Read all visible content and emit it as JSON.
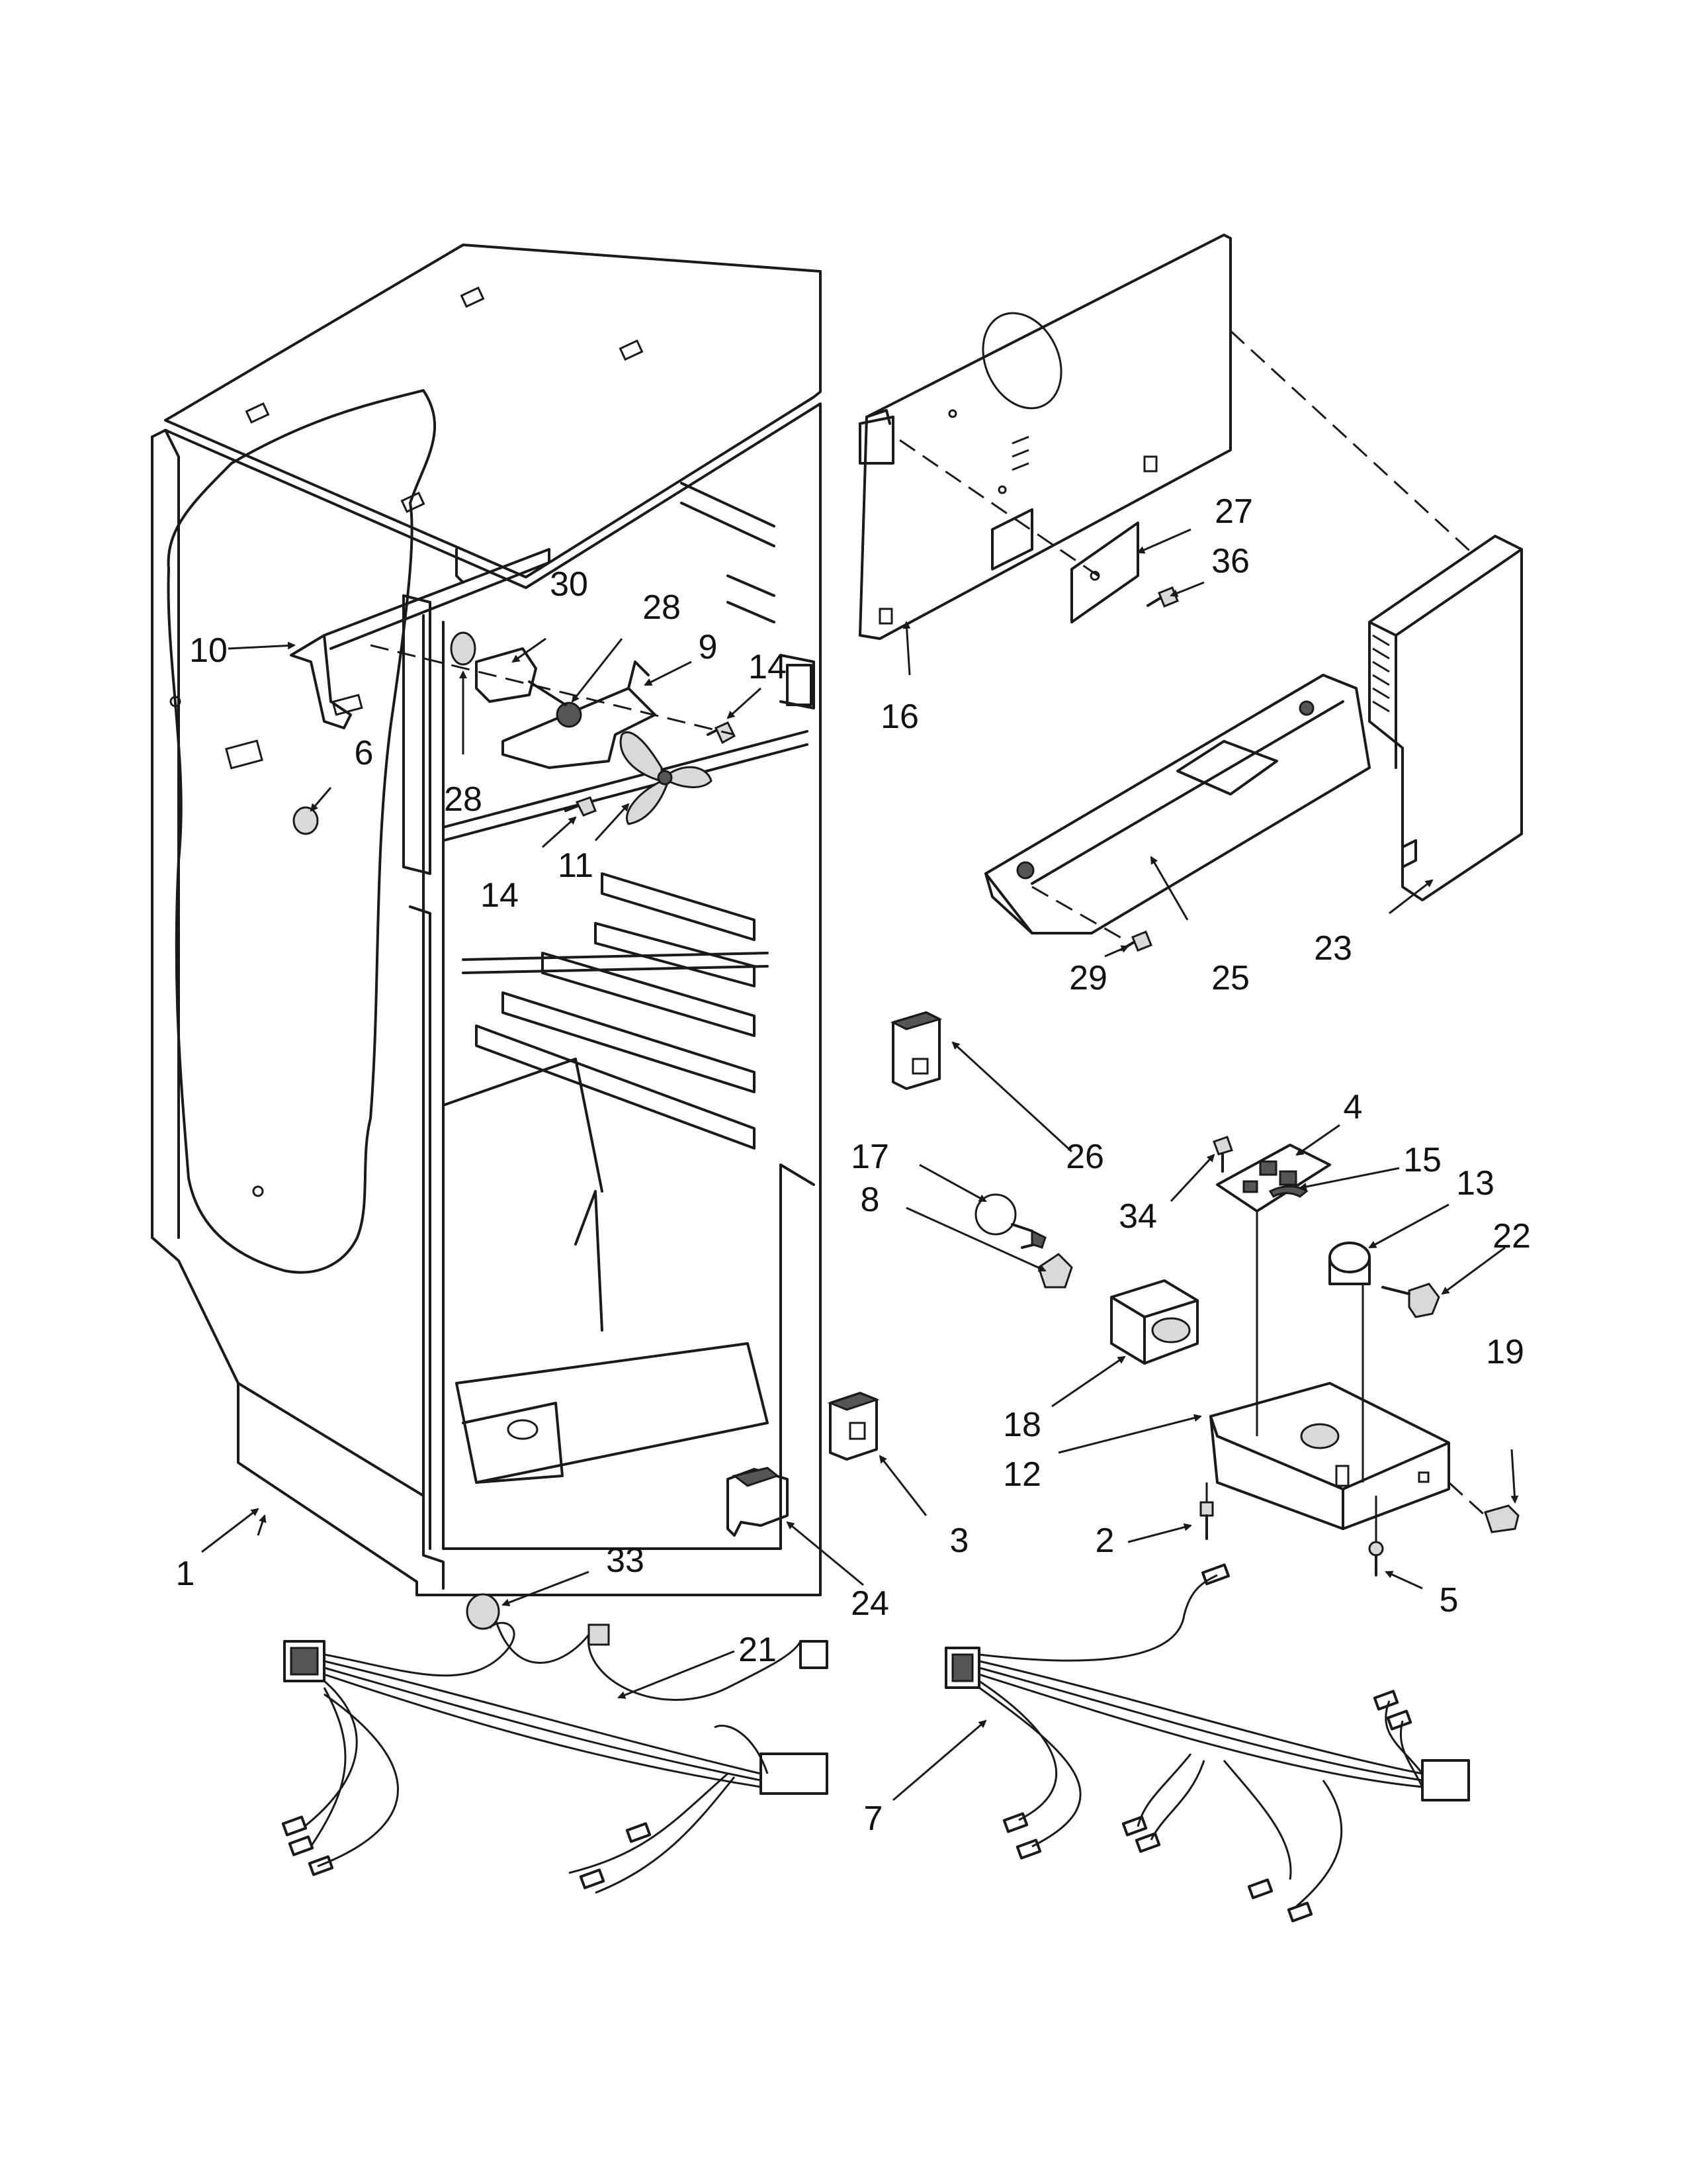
{
  "callouts": [
    {
      "id": "c1",
      "text": "1"
    },
    {
      "id": "c2",
      "text": "2"
    },
    {
      "id": "c3",
      "text": "3"
    },
    {
      "id": "c4",
      "text": "4"
    },
    {
      "id": "c5",
      "text": "5"
    },
    {
      "id": "c6",
      "text": "6"
    },
    {
      "id": "c7",
      "text": "7"
    },
    {
      "id": "c8",
      "text": "8"
    },
    {
      "id": "c9",
      "text": "9"
    },
    {
      "id": "c10",
      "text": "10"
    },
    {
      "id": "c11",
      "text": "11"
    },
    {
      "id": "c12",
      "text": "12"
    },
    {
      "id": "c13",
      "text": "13"
    },
    {
      "id": "c14a",
      "text": "14"
    },
    {
      "id": "c14b",
      "text": "14"
    },
    {
      "id": "c15",
      "text": "15"
    },
    {
      "id": "c16",
      "text": "16"
    },
    {
      "id": "c17",
      "text": "17"
    },
    {
      "id": "c18",
      "text": "18"
    },
    {
      "id": "c19",
      "text": "19"
    },
    {
      "id": "c21",
      "text": "21"
    },
    {
      "id": "c22",
      "text": "22"
    },
    {
      "id": "c23",
      "text": "23"
    },
    {
      "id": "c24",
      "text": "24"
    },
    {
      "id": "c25",
      "text": "25"
    },
    {
      "id": "c26",
      "text": "26"
    },
    {
      "id": "c27",
      "text": "27"
    },
    {
      "id": "c28a",
      "text": "28"
    },
    {
      "id": "c28b",
      "text": "28"
    },
    {
      "id": "c29",
      "text": "29"
    },
    {
      "id": "c30",
      "text": "30"
    },
    {
      "id": "c33",
      "text": "33"
    },
    {
      "id": "c34",
      "text": "34"
    },
    {
      "id": "c36",
      "text": "36"
    }
  ]
}
